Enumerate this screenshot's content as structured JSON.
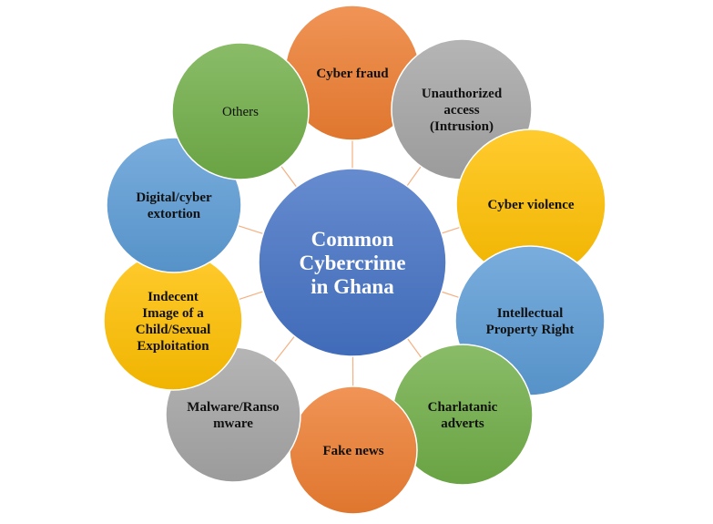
{
  "center": {
    "lines": [
      "Common",
      "Cybercrime",
      "in Ghana"
    ],
    "color": "#4472c4"
  },
  "nodes": [
    {
      "id": "cyber-fraud",
      "lines": [
        "Cyber fraud"
      ],
      "color": "#ed7d31"
    },
    {
      "id": "unauthorized-access",
      "lines": [
        "Unauthorized",
        "access",
        "(Intrusion)"
      ],
      "color": "#a5a5a5"
    },
    {
      "id": "cyber-violence",
      "lines": [
        "Cyber violence"
      ],
      "color": "#ffc000"
    },
    {
      "id": "intellectual-property",
      "lines": [
        "Intellectual",
        "Property Right"
      ],
      "color": "#5b9bd5"
    },
    {
      "id": "charlatanic-adverts",
      "lines": [
        "Charlatanic",
        "adverts"
      ],
      "color": "#70ad47"
    },
    {
      "id": "fake-news",
      "lines": [
        "Fake news"
      ],
      "color": "#ed7d31"
    },
    {
      "id": "malware-ransomware",
      "lines": [
        "Malware/Ranso",
        "mware"
      ],
      "color": "#a5a5a5"
    },
    {
      "id": "indecent-image",
      "lines": [
        "Indecent",
        "Image of a",
        "Child/Sexual",
        "Exploitation"
      ],
      "color": "#ffc000"
    },
    {
      "id": "digital-extortion",
      "lines": [
        "Digital/cyber",
        "extortion"
      ],
      "color": "#5b9bd5"
    },
    {
      "id": "others",
      "lines": [
        "Others"
      ],
      "color": "#70ad47",
      "bold": false
    }
  ],
  "connector_color": "#f4b183"
}
